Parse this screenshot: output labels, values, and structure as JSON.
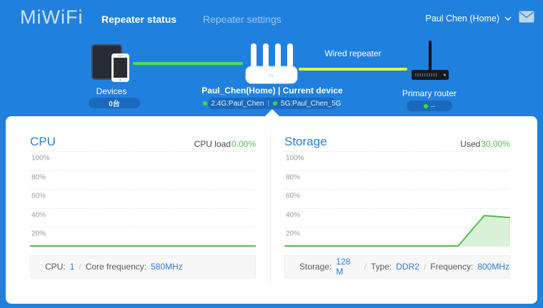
{
  "colors": {
    "background_blue": "#2080DD",
    "accent_blue": "#2E7CD4",
    "success_green": "#53BD53",
    "device_link_green": "#49E24D",
    "wired_link_yellow": "#EEF23C",
    "status_dot_green": "#3BDC43"
  },
  "header": {
    "logo": "MiWiFi",
    "tabs": [
      {
        "label": "Repeater status",
        "active": true
      },
      {
        "label": "Repeater settings",
        "active": false
      }
    ],
    "account_label": "Paul Chen (Home)"
  },
  "topology": {
    "devices": {
      "label": "Devices",
      "badge": "0台"
    },
    "current_device": {
      "label": "Paul_Chen(Home) | Current device",
      "networks": [
        {
          "name": "2.4G:Paul_Chen"
        },
        {
          "name": "5G:Paul_Chen_5G"
        }
      ]
    },
    "wired_link_label": "Wired repeater",
    "primary_router": {
      "label": "Primary router",
      "status": "--"
    }
  },
  "panels": [
    {
      "title": "CPU",
      "metric_label": "CPU load",
      "metric_value": "0.00%",
      "info": [
        {
          "label": "CPU:",
          "value": "1"
        },
        {
          "label": "Core frequency:",
          "value": "580MHz"
        }
      ]
    },
    {
      "title": "Storage",
      "metric_label": "Used",
      "metric_value": "30.00%",
      "info": [
        {
          "label": "Storage:",
          "value": "128 M"
        },
        {
          "label": "Type:",
          "value": "DDR2"
        },
        {
          "label": "Frequency:",
          "value": "800MHz"
        }
      ]
    }
  ],
  "ui": {
    "separator": "/",
    "pill_divider": "|"
  },
  "chart_data": [
    {
      "type": "area",
      "title": "CPU",
      "ylim": [
        0,
        100
      ],
      "yticks": [
        100,
        80,
        60,
        40,
        20
      ],
      "ytick_format": "{v}%",
      "grid": "dotted",
      "legend": "none",
      "points": [
        [
          0,
          0
        ],
        [
          100,
          0
        ]
      ],
      "latest_value_pct": 0.0,
      "line_color": "#53BD53",
      "fill_color": "#D8F1D8"
    },
    {
      "type": "area",
      "title": "Storage",
      "ylim": [
        0,
        100
      ],
      "yticks": [
        100,
        80,
        60,
        40,
        20
      ],
      "ytick_format": "{v}%",
      "grid": "dotted",
      "legend": "none",
      "points": [
        [
          0,
          0
        ],
        [
          77,
          0
        ],
        [
          88.5,
          32
        ],
        [
          100,
          30
        ]
      ],
      "latest_value_pct": 30.0,
      "line_color": "#53BD53",
      "fill_color": "#D8F1D8"
    }
  ]
}
